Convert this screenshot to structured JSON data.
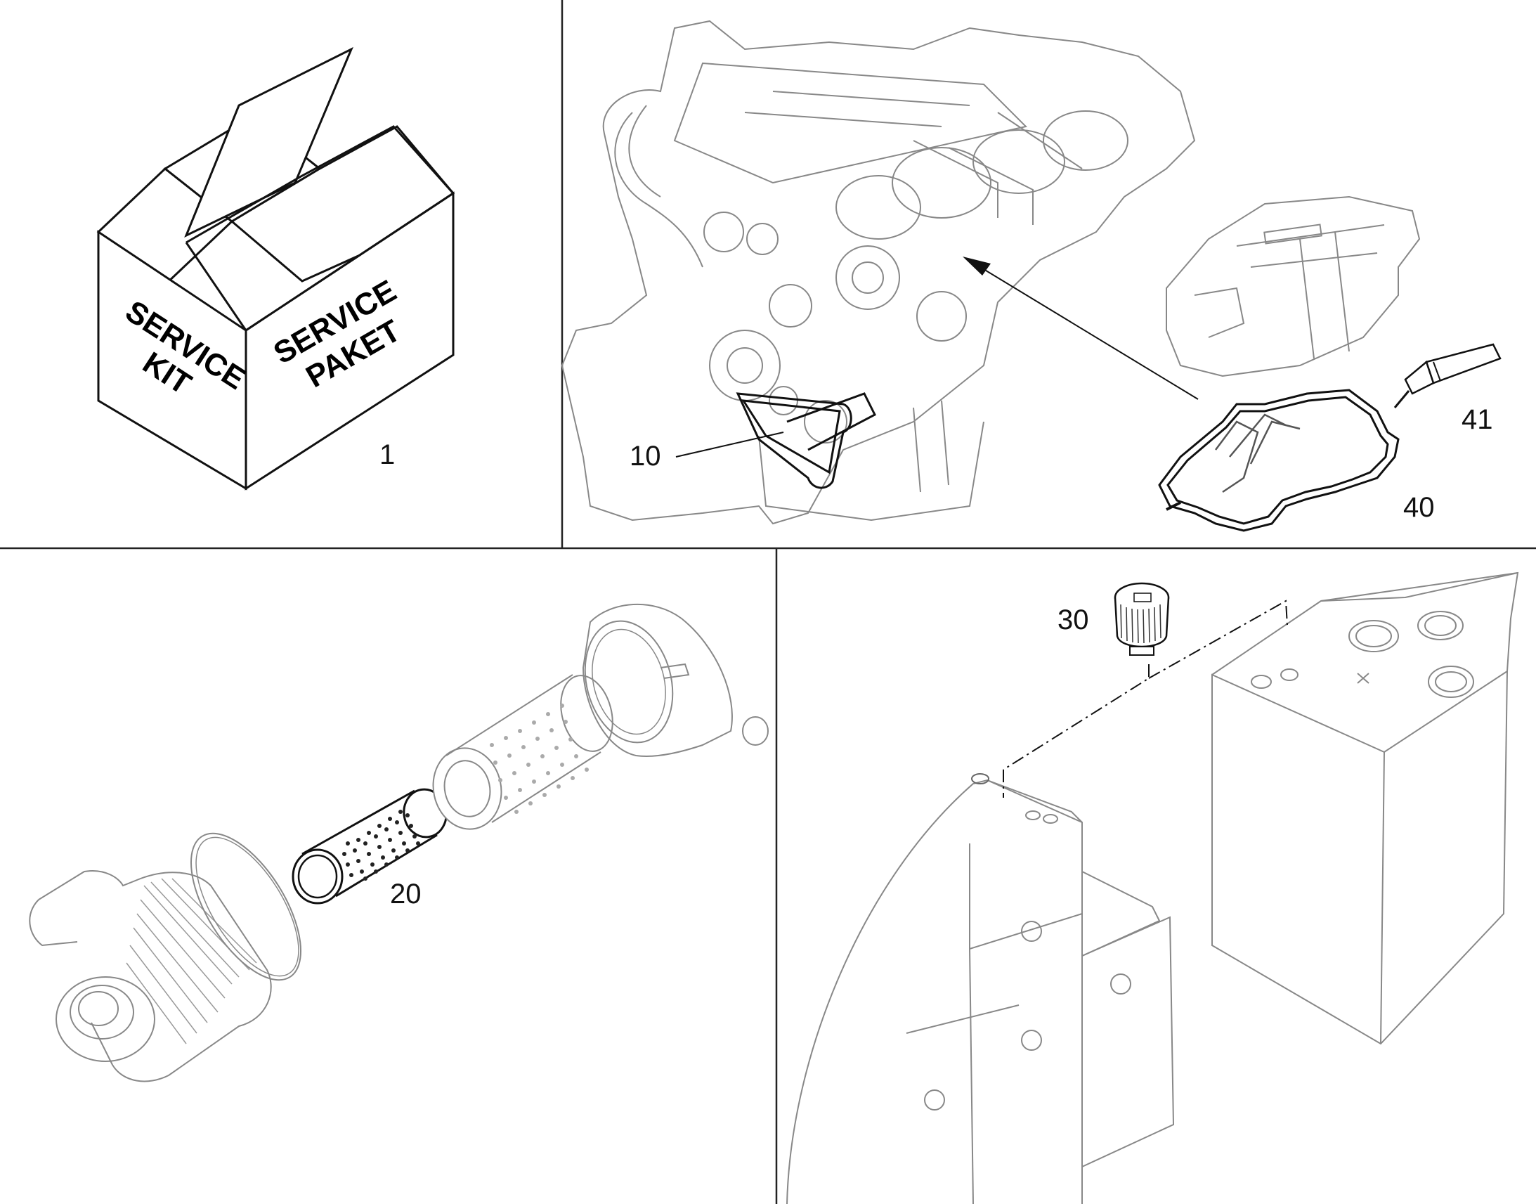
{
  "service_box": {
    "side_label_line1": "SERVICE",
    "side_label_line2": "KIT",
    "front_label_line1": "SERVICE",
    "front_label_line2": "PAKET",
    "callout": "1"
  },
  "engine_panel": {
    "callouts": {
      "belt": "10",
      "gasket": "40",
      "sealant_tube": "41"
    }
  },
  "filter_panel": {
    "callouts": {
      "filter_element": "20"
    }
  },
  "tank_panel": {
    "callouts": {
      "filler_cap": "30"
    }
  },
  "colors": {
    "line": "#111111",
    "faded_line": "#888888",
    "background": "#ffffff"
  }
}
